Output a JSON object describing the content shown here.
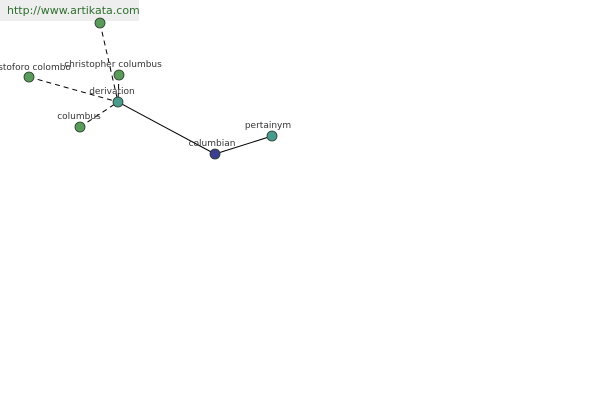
{
  "watermark": {
    "text": "http://www.artikata.com"
  },
  "graph": {
    "colors": {
      "green_node": "#5a9a5a",
      "teal_node": "#4a9a8e",
      "blue_node": "#3b3f8f",
      "edge": "#000000"
    },
    "nodes": [
      {
        "id": "top",
        "label": "",
        "color": "green"
      },
      {
        "id": "cristoforo",
        "label": "cristoforo colombo",
        "color": "green"
      },
      {
        "id": "christopher",
        "label": "christopher columbus",
        "color": "green"
      },
      {
        "id": "derivation",
        "label": "derivation",
        "color": "teal"
      },
      {
        "id": "columbus",
        "label": "columbus",
        "color": "green"
      },
      {
        "id": "columbian",
        "label": "columbian",
        "color": "blue"
      },
      {
        "id": "pertainym",
        "label": "pertainym",
        "color": "teal"
      }
    ],
    "edges": [
      {
        "from": "top",
        "to": "derivation",
        "style": "dashed"
      },
      {
        "from": "cristoforo",
        "to": "derivation",
        "style": "dashed"
      },
      {
        "from": "christopher",
        "to": "derivation",
        "style": "dashed"
      },
      {
        "from": "columbus",
        "to": "derivation",
        "style": "dashed"
      },
      {
        "from": "derivation",
        "to": "columbian",
        "style": "solid"
      },
      {
        "from": "columbian",
        "to": "pertainym",
        "style": "solid"
      }
    ]
  }
}
